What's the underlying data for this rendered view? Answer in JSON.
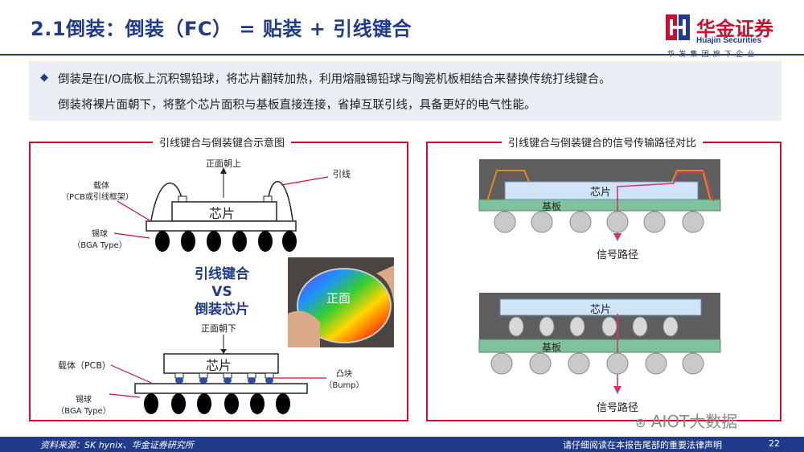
{
  "header": {
    "title": "2.1倒装：倒装（FC） = 贴装 + 引线键合",
    "logo_cn": "华金证券",
    "logo_en": "Huajin Securities",
    "logo_sub": "华发集团旗下企业"
  },
  "bullets": {
    "line1": "倒装是在I/O底板上沉积锡铅球，将芯片翻转加热，利用熔融锡铅球与陶瓷机板相结合来替换传统打线键合。",
    "line2": "倒装将裸片面朝下，将整个芯片面积与基板直接连接，省掉互联引线，具备更好的电气性能。"
  },
  "left_panel": {
    "title": "引线键合与倒装键合示意图",
    "top_diagram": {
      "face_up": "正面朝上",
      "wire": "引线",
      "carrier_1": "载体",
      "carrier_2": "（PCB或引线框架）",
      "chip": "芯片",
      "ball_1": "锡球",
      "ball_2": "（BGA Type）"
    },
    "vs": {
      "line1": "引线键合",
      "line2": "VS",
      "line3": "倒装芯片"
    },
    "photo_label": "正面",
    "bottom_diagram": {
      "face_down": "正面朝下",
      "chip": "芯片",
      "carrier": "载体（PCB）",
      "bump_1": "凸块",
      "bump_2": "（Bump）",
      "ball_1": "锡球",
      "ball_2": "（BGA Type）"
    }
  },
  "right_panel": {
    "title": "引线键合与倒装键合的信号传输路径对比",
    "top": {
      "chip": "芯片",
      "substrate": "基板",
      "path": "信号路径"
    },
    "bottom": {
      "chip": "芯片",
      "substrate": "基板",
      "path": "信号路径"
    }
  },
  "footer": {
    "source": "资料来源：SK hynix、华金证券研究所",
    "legal": "请仔细阅读在本报告尾部的重要法律声明",
    "page": "22"
  },
  "watermark": "AIOT大数据",
  "colors": {
    "brand_blue": "#1f3b8a",
    "brand_red": "#c8102e",
    "panel_border": "#c8102e",
    "bullet_bg": "#eceef5",
    "chip_blue": "#cfe4f7",
    "substrate_green": "#7fc29b",
    "mold_gray": "#5e5e5e",
    "signal_path": "#d6337a",
    "wire_orange": "#e08a1e"
  }
}
